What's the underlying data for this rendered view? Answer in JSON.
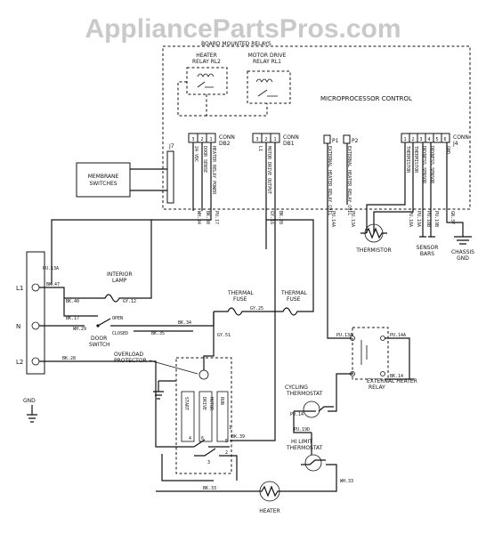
{
  "watermark": "AppliancePartsPros.com",
  "labels": {
    "board_mounted_relays": "BOARD MOUNTED RELAYS",
    "heater_relay": [
      "HEATER",
      "RELAY RL2"
    ],
    "motor_drive_relay": [
      "MOTOR DRIVE",
      "RELAY RL1"
    ],
    "microprocessor": "MICROPROCESSOR CONTROL",
    "membrane": [
      "MEMBRANE",
      "SWITCHES"
    ],
    "j7": "J7",
    "conn_db2": [
      "CONN",
      "DB2"
    ],
    "conn_db1": [
      "CONN",
      "DB1"
    ],
    "conn_j4": [
      "CONN",
      "J4"
    ],
    "p1": "P1",
    "p2": "P2",
    "db2_pins": [
      "3",
      "2",
      "1"
    ],
    "db1_pins": [
      "3",
      "2",
      "1"
    ],
    "j4_pins": [
      "1",
      "2",
      "3",
      "4",
      "5",
      "6"
    ],
    "db2_wires": [
      "24 VDC",
      "DOOR SENSE",
      "HEATER RELAY POWER"
    ],
    "db1_wires": [
      "L1",
      "MOTOR DRIVE OUTPUT"
    ],
    "ext_heater_coil_1": "EXTERNAL HEATER RELAY COIL",
    "ext_heater_coil_2": "EXTERNAL HEATER RELAY COIL",
    "j4_wires": [
      "THERMISTOR",
      "THERMISTOR",
      "DRYNESS SENSOR",
      "DRYNESS SENSOR",
      "GND"
    ],
    "thermistor": "THERMISTOR",
    "sensor_bars": [
      "SENSOR",
      "BARS"
    ],
    "chassis_gnd": [
      "CHASSIS",
      "GND"
    ],
    "interior_lamp": [
      "INTERIOR",
      "LAMP"
    ],
    "l1": "L1",
    "n": "N",
    "l2": "L2",
    "door_switch": [
      "DOOR",
      "SWITCH"
    ],
    "open": "OPEN",
    "closed": "CLOSED",
    "thermal_fuse_1": [
      "THERMAL",
      "FUSE"
    ],
    "thermal_fuse_2": [
      "THERMAL",
      "FUSE"
    ],
    "overload_protector": [
      "OVERLOAD",
      "PROTECTOR"
    ],
    "gnd": "GND",
    "start": "START",
    "drive": "DRIVE",
    "motor": "MOTOR",
    "run": "RUN",
    "external_heater_relay": [
      "EXTERNAL HEATER",
      "RELAY"
    ],
    "cycling_thermostat": [
      "CYCLING",
      "THERMOSTAT"
    ],
    "hi_limit_thermostat": [
      "HI LIMIT",
      "THERMOSTAT"
    ],
    "heater": "HEATER",
    "term_numbers": [
      "1",
      "2",
      "3",
      "4",
      "5",
      "6"
    ]
  },
  "wire_codes": {
    "pu13a_top": "PU.13A",
    "bk47": "BK.47",
    "bk40": "BK.40",
    "gy12": "GY.12",
    "bk17": "BK.17",
    "wh29": "WH.29",
    "bk34": "BK.34",
    "bk35": "BK.35",
    "bk28": "BK.28",
    "gy51": "GY.51",
    "gy25": "GY.25",
    "pu13a_mid": "PU.13A",
    "pu14a": "PU.14A",
    "bk14": "BK.14",
    "pu14": "PU.14",
    "pu19d": "PU.19D",
    "bk33": "BK.33",
    "bk39": "BK.39",
    "wh33": "WH.33",
    "bk30": "BK.30",
    "wh34": "WH.34",
    "pu17": "PU.17",
    "gy16": "GY.16",
    "pu14a_top": "PU.14A",
    "pu13a_col": "PU.13A",
    "pu18a": "PU.18A",
    "pu19a": "PU.19A",
    "pu18b": "PU.18B",
    "pu19b": "PU.19B",
    "gn37": "GN.37"
  }
}
